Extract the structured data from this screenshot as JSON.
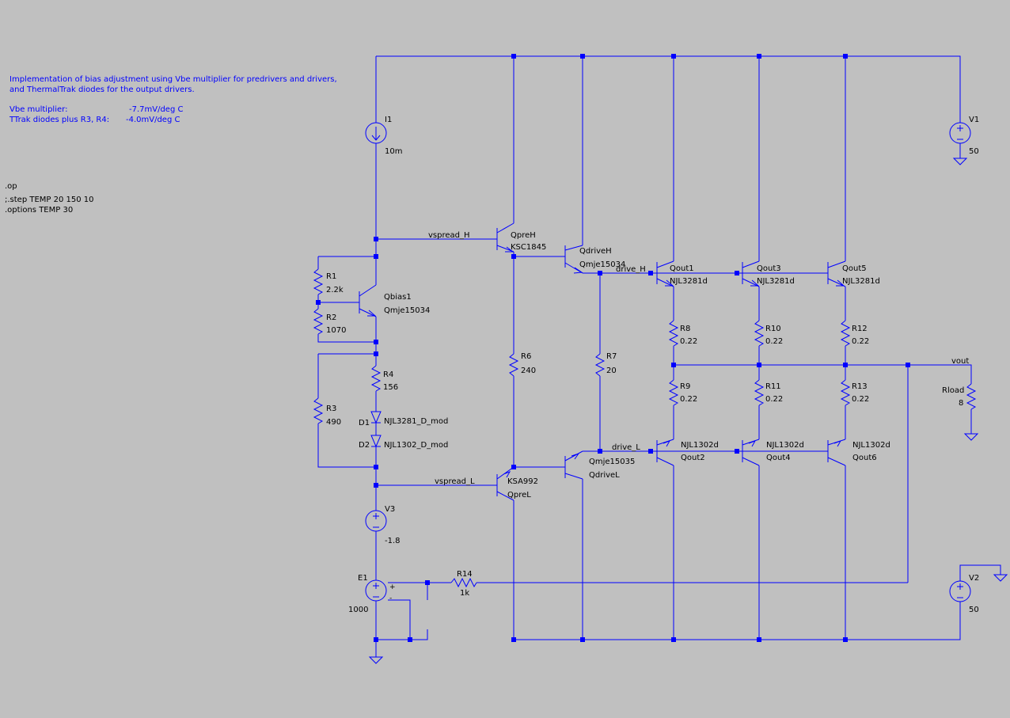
{
  "comment": {
    "line1": "Implementation of bias adjustment using Vbe multiplier for predrivers and drivers,",
    "line2": "and ThermalTrak diodes for the output drivers.",
    "vbe_label": "Vbe multiplier:",
    "vbe_value": "-7.7mV/deg C",
    "ttrak_label": "TTrak diodes plus R3, R4:",
    "ttrak_value": "-4.0mV/deg C"
  },
  "directives": {
    "op": ".op",
    "step": ";.step TEMP 20 150 10",
    "options": ".options TEMP 30"
  },
  "nets": {
    "vspread_h": "vspread_H",
    "vspread_l": "vspread_L",
    "drive_h": "drive_H",
    "drive_l": "drive_L",
    "vout": "vout"
  },
  "components": {
    "I1": {
      "name": "I1",
      "value": "10m"
    },
    "V1": {
      "name": "V1",
      "value": "50"
    },
    "V2": {
      "name": "V2",
      "value": "50"
    },
    "V3": {
      "name": "V3",
      "value": "-1.8"
    },
    "E1": {
      "name": "E1",
      "value": "1000"
    },
    "R1": {
      "name": "R1",
      "value": "2.2k"
    },
    "R2": {
      "name": "R2",
      "value": "1070"
    },
    "R3": {
      "name": "R3",
      "value": "490"
    },
    "R4": {
      "name": "R4",
      "value": "156"
    },
    "R6": {
      "name": "R6",
      "value": "240"
    },
    "R7": {
      "name": "R7",
      "value": "20"
    },
    "R8": {
      "name": "R8",
      "value": "0.22"
    },
    "R9": {
      "name": "R9",
      "value": "0.22"
    },
    "R10": {
      "name": "R10",
      "value": "0.22"
    },
    "R11": {
      "name": "R11",
      "value": "0.22"
    },
    "R12": {
      "name": "R12",
      "value": "0.22"
    },
    "R13": {
      "name": "R13",
      "value": "0.22"
    },
    "R14": {
      "name": "R14",
      "value": "1k"
    },
    "Rload": {
      "name": "Rload",
      "value": "8"
    },
    "D1": {
      "name": "D1",
      "value": "NJL3281_D_mod"
    },
    "D2": {
      "name": "D2",
      "value": "NJL1302_D_mod"
    },
    "Qbias1": {
      "name": "Qbias1",
      "value": "Qmje15034"
    },
    "QpreH": {
      "name": "QpreH",
      "value": "KSC1845"
    },
    "QpreL": {
      "name": "QpreL",
      "value": "KSA992"
    },
    "QdriveH": {
      "name": "QdriveH",
      "value": "Qmje15034"
    },
    "QdriveL": {
      "name": "QdriveL",
      "value": "Qmje15035"
    },
    "Qout1": {
      "name": "Qout1",
      "value": "NJL3281d"
    },
    "Qout3": {
      "name": "Qout3",
      "value": "NJL3281d"
    },
    "Qout5": {
      "name": "Qout5",
      "value": "NJL3281d"
    },
    "Qout2": {
      "name": "Qout2",
      "value": "NJL1302d"
    },
    "Qout4": {
      "name": "Qout4",
      "value": "NJL1302d"
    },
    "Qout6": {
      "name": "Qout6",
      "value": "NJL1302d"
    }
  },
  "colors": {
    "background": "#c0c0c0",
    "wire": "#0000ff",
    "label": "#000000",
    "comment": "#0000ff"
  }
}
